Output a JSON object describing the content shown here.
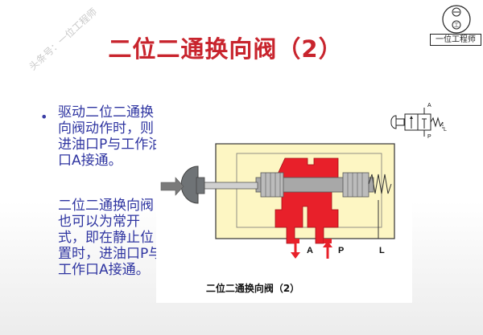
{
  "header": {
    "title": "二位二通换向阀（2）",
    "watermark": "头条号：一位工程师",
    "logo_text": "一位工程师"
  },
  "body": {
    "paragraphs": [
      "驱动二位二通换向阀动作时，则进油口P与工作油口A接通。",
      "二位二通换向阀也可以为常开式，即在静止位置时，进油口P与工作口A接通。"
    ]
  },
  "diagram": {
    "caption": "二位二通换向阀（2）",
    "ports": [
      "A",
      "P",
      "L"
    ],
    "symbol_labels": [
      "A",
      "P",
      "L"
    ],
    "colors": {
      "body": "#fdf6c3",
      "outline": "#333333",
      "oil": "#e8202a",
      "spool": "#a8a8a8",
      "actuator": "#6f7376",
      "arrow": "#e8202a",
      "text_blue": "#2f35a1",
      "title_red": "#c8242d"
    }
  }
}
